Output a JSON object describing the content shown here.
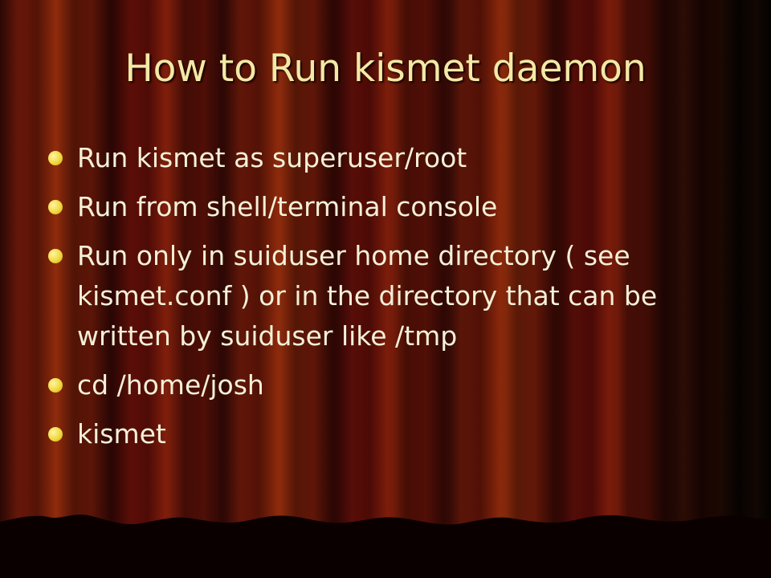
{
  "slide": {
    "title": "How to Run kismet daemon",
    "bullets": [
      "Run kismet as superuser/root",
      "Run from shell/terminal console",
      "Run only in suiduser home directory ( see kismet.conf )  or in the directory that can be written by suiduser  like /tmp",
      "cd /home/josh",
      "kismet"
    ]
  },
  "colors": {
    "title": "#f2e9a6",
    "text": "#f5f0d8",
    "bullet": "#f0d840",
    "curtain": "#6e1608"
  }
}
